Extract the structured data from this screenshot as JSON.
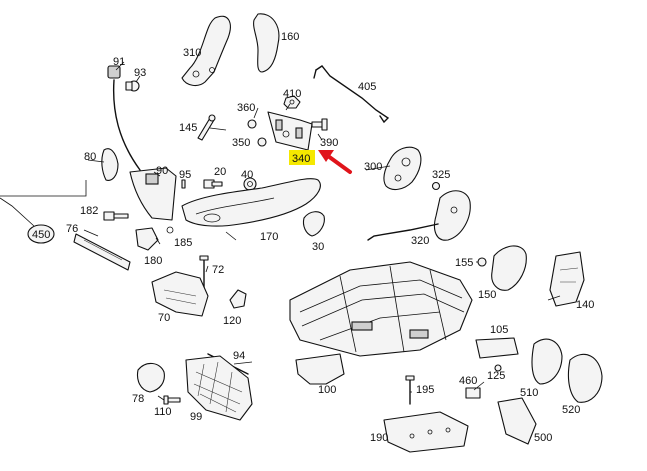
{
  "diagram": {
    "highlight_color": "#f5e800",
    "arrow_color": "#e0141b",
    "labels": {
      "l310": "310",
      "l160": "160",
      "l91": "91",
      "l93": "93",
      "l405": "405",
      "l410": "410",
      "l360": "360",
      "l390": "390",
      "l145": "145",
      "l350": "350",
      "l340": "340",
      "l80": "80",
      "l90": "90",
      "l95": "95",
      "l20": "20",
      "l40": "40",
      "l300": "300",
      "l325": "325",
      "l182": "182",
      "l450": "450",
      "l76": "76",
      "l185": "185",
      "l170": "170",
      "l30": "30",
      "l320": "320",
      "l180": "180",
      "l72": "72",
      "l155": "155",
      "l150": "150",
      "l140": "140",
      "l70": "70",
      "l120": "120",
      "l105": "105",
      "l94": "94",
      "l125": "125",
      "l460": "460",
      "l510": "510",
      "l195": "195",
      "l78": "78",
      "l100": "100",
      "l110": "110",
      "l99": "99",
      "l520": "520",
      "l190": "190",
      "l500": "500"
    }
  }
}
